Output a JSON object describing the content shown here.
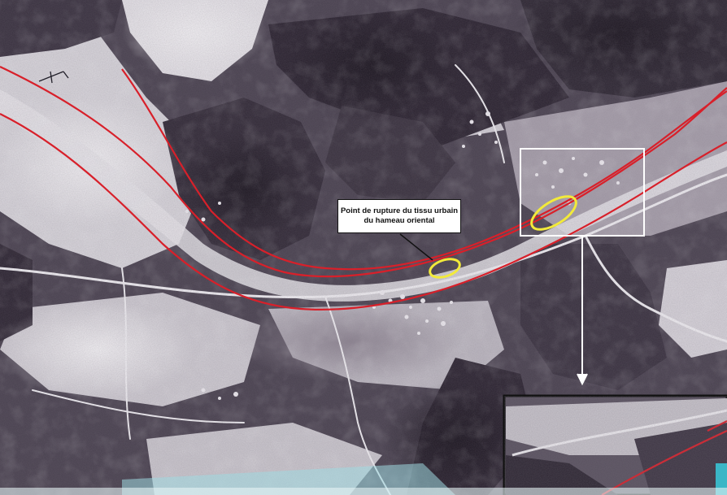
{
  "map": {
    "image_type": "aerial photograph",
    "callout": {
      "line1": "Point de rupture du tissu urbain",
      "line2": "du hameau oriental"
    },
    "colors": {
      "corridor_lines": "#d8202a",
      "highlight_ellipses": "#f2ea3a",
      "zoom_frame": "#ffffff",
      "photo_tint": "#3b3340"
    }
  }
}
